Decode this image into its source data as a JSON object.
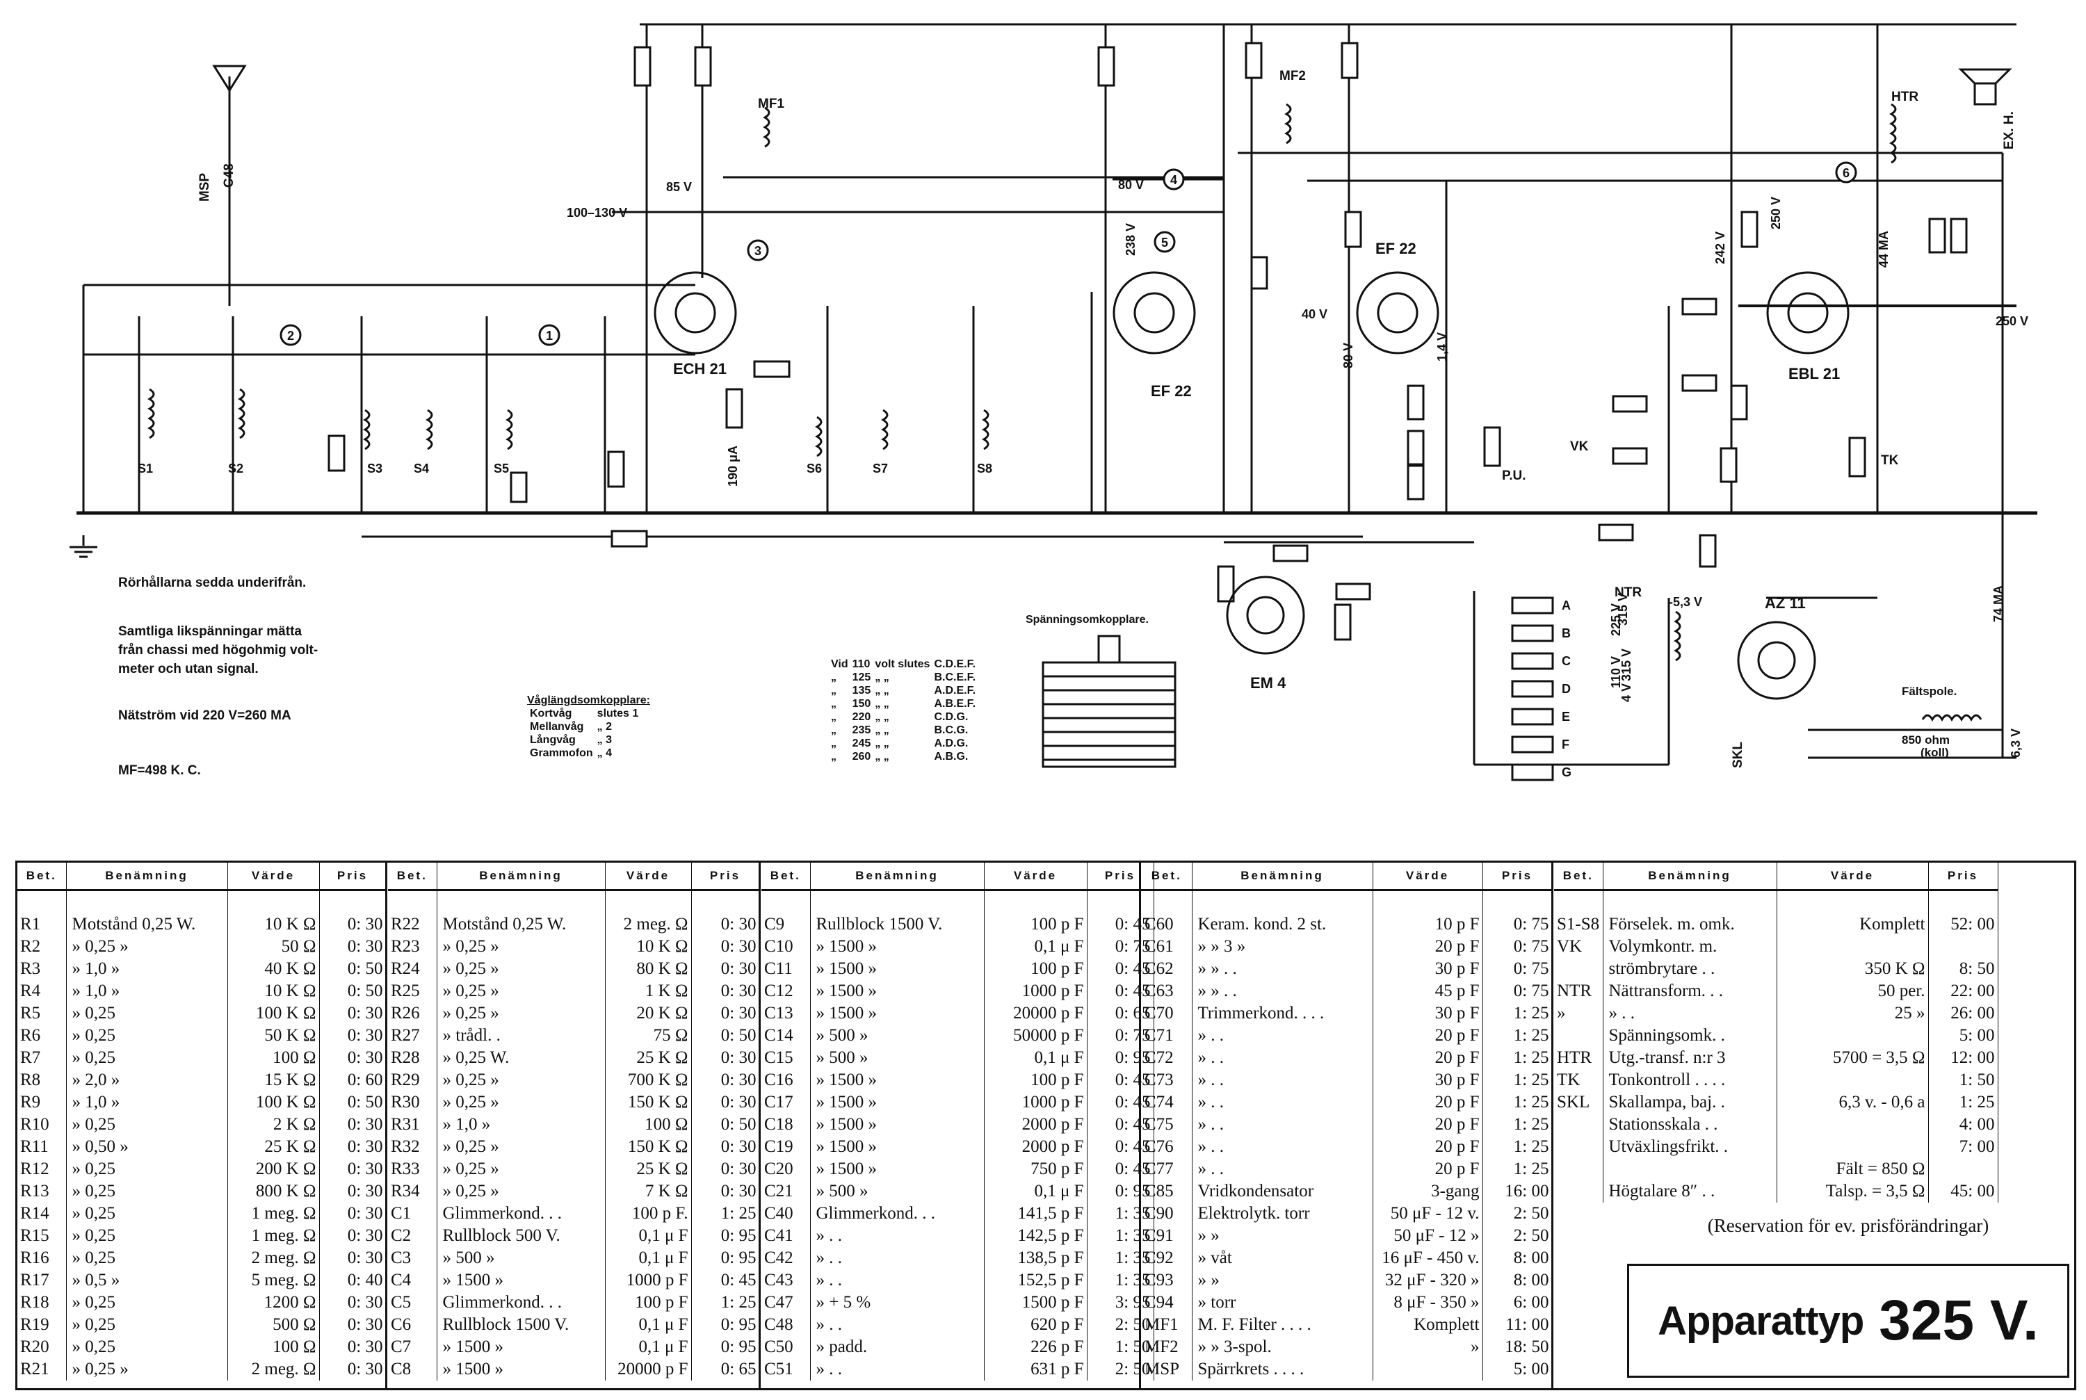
{
  "notes": {
    "tubes_seen": "Rörhållarna sedda underifrån.",
    "voltage_note": "Samtliga likspänningar mätta\nfrån chassi med högohmig volt-\nmeter och utan signal.",
    "mains_current": "Nätström vid 220 V=260 MA",
    "mf": "MF=498 K. C."
  },
  "wave_switch": {
    "title": "Våglängdsomkopplare:",
    "rows": [
      [
        "Kortvåg",
        "slutes 1"
      ],
      [
        "Mellanvåg",
        "„ 2"
      ],
      [
        "Långvåg",
        "„ 3"
      ],
      [
        "Grammofon",
        "„ 4"
      ]
    ]
  },
  "voltage_switch": {
    "title": "Spänningsomkopplare.",
    "rows": [
      [
        "Vid",
        "110",
        "volt slutes",
        "C.D.E.F."
      ],
      [
        "„",
        "125",
        "„   „",
        "B.C.E.F."
      ],
      [
        "„",
        "135",
        "„   „",
        "A.D.E.F."
      ],
      [
        "„",
        "150",
        "„   „",
        "A.B.E.F."
      ],
      [
        "„",
        "220",
        "„   „",
        "C.D.G."
      ],
      [
        "„",
        "235",
        "„   „",
        "B.C.G."
      ],
      [
        "„",
        "245",
        "„   „",
        "A.D.G."
      ],
      [
        "„",
        "260",
        "„   „",
        "A.B.G."
      ]
    ]
  },
  "tubes": [
    "ECH 21",
    "EF 22",
    "EF 22",
    "EBL 21",
    "EM 4",
    "AZ 11"
  ],
  "voltages": [
    "85 V",
    "100–130 V",
    "80 V",
    "238 V",
    "40 V",
    "80 V",
    "1,4 V",
    "242 V",
    "250 V",
    "250 V",
    "44 MA",
    "74 MA",
    "-5,3 V",
    "6,3 V",
    "315 V",
    "315 V",
    "225 V",
    "110 V",
    "4 V",
    "190 μA"
  ],
  "misc_labels": [
    "MSP",
    "C48",
    "MF1",
    "MF2",
    "HTR",
    "NTR",
    "TK",
    "VK",
    "P.U.",
    "SKL",
    "EX. H.",
    "Fältspole.",
    "850 ohm",
    "(koll)"
  ],
  "coil_labels": [
    "S1",
    "S2",
    "S3",
    "S4",
    "S5",
    "S6",
    "S7",
    "S8"
  ],
  "switch_letters": [
    "A",
    "B",
    "C",
    "D",
    "E",
    "F",
    "G"
  ],
  "circled_numbers": [
    "1",
    "2",
    "3",
    "4",
    "5",
    "6"
  ],
  "table_headers": {
    "bet": "Bet.",
    "name": "Benämning",
    "value": "Värde",
    "price": "Pris"
  },
  "parts": [
    [
      [
        "R1",
        "Motstånd 0,25 W.",
        "10 K Ω",
        "0: 30"
      ],
      [
        "R2",
        "»       0,25 »",
        "50 Ω",
        "0: 30"
      ],
      [
        "R3",
        "»       1,0 »",
        "40 K Ω",
        "0: 50"
      ],
      [
        "R4",
        "»       1,0 »",
        "10 K Ω",
        "0: 50"
      ],
      [
        "R5",
        "»       0,25",
        "100 K Ω",
        "0: 30"
      ],
      [
        "R6",
        "»       0,25",
        "50 K Ω",
        "0: 30"
      ],
      [
        "R7",
        "»       0,25",
        "100 Ω",
        "0: 30"
      ],
      [
        "R8",
        "»       2,0 »",
        "15 K Ω",
        "0: 60"
      ],
      [
        "R9",
        "»       1,0 »",
        "100 K Ω",
        "0: 50"
      ],
      [
        "R10",
        "»       0,25",
        "2 K Ω",
        "0: 30"
      ],
      [
        "R11",
        "»       0,50 »",
        "25 K Ω",
        "0: 30"
      ],
      [
        "R12",
        "»       0,25",
        "200 K Ω",
        "0: 30"
      ],
      [
        "R13",
        "»       0,25",
        "800 K Ω",
        "0: 30"
      ],
      [
        "R14",
        "»       0,25",
        "1 meg. Ω",
        "0: 30"
      ],
      [
        "R15",
        "»       0,25",
        "1 meg. Ω",
        "0: 30"
      ],
      [
        "R16",
        "»       0,25",
        "2 meg. Ω",
        "0: 30"
      ],
      [
        "R17",
        "»       0,5 »",
        "5 meg. Ω",
        "0: 40"
      ],
      [
        "R18",
        "»       0,25",
        "1200 Ω",
        "0: 30"
      ],
      [
        "R19",
        "»       0,25",
        "500 Ω",
        "0: 30"
      ],
      [
        "R20",
        "»       0,25",
        "100 Ω",
        "0: 30"
      ],
      [
        "R21",
        "»       0,25 »",
        "2 meg. Ω",
        "0: 30"
      ]
    ],
    [
      [
        "R22",
        "Motstånd 0,25 W.",
        "2 meg. Ω",
        "0: 30"
      ],
      [
        "R23",
        "»       0,25 »",
        "10 K Ω",
        "0: 30"
      ],
      [
        "R24",
        "»       0,25 »",
        "80 K Ω",
        "0: 30"
      ],
      [
        "R25",
        "»       0,25 »",
        "1 K Ω",
        "0: 30"
      ],
      [
        "R26",
        "»       0,25 »",
        "20 K Ω",
        "0: 30"
      ],
      [
        "R27",
        "»       trådl. .",
        "75 Ω",
        "0: 50"
      ],
      [
        "R28",
        "»       0,25 W.",
        "25 K Ω",
        "0: 30"
      ],
      [
        "R29",
        "»       0,25 »",
        "700 K Ω",
        "0: 30"
      ],
      [
        "R30",
        "»       0,25 »",
        "150 K Ω",
        "0: 30"
      ],
      [
        "R31",
        "»       1,0 »",
        "100 Ω",
        "0: 50"
      ],
      [
        "R32",
        "»       0,25 »",
        "150 K Ω",
        "0: 30"
      ],
      [
        "R33",
        "»       0,25 »",
        "25 K Ω",
        "0: 30"
      ],
      [
        "R34",
        "»       0,25 »",
        "7 K Ω",
        "0: 30"
      ],
      [
        "C1",
        "Glimmerkond. . .",
        "100 p F.",
        "1: 25"
      ],
      [
        "C2",
        "Rullblock 500 V.",
        "0,1 μ F",
        "0: 95"
      ],
      [
        "C3",
        "»       500 »",
        "0,1 μ F",
        "0: 95"
      ],
      [
        "C4",
        "»       1500 »",
        "1000 p F",
        "0: 45"
      ],
      [
        "C5",
        "Glimmerkond. . .",
        "100 p F",
        "1: 25"
      ],
      [
        "C6",
        "Rullblock 1500 V.",
        "0,1 μ F",
        "0: 95"
      ],
      [
        "C7",
        "»       1500 »",
        "0,1 μ F",
        "0: 95"
      ],
      [
        "C8",
        "»       1500 »",
        "20000 p F",
        "0: 65"
      ]
    ],
    [
      [
        "C9",
        "Rullblock 1500 V.",
        "100 p F",
        "0: 45"
      ],
      [
        "C10",
        "»       1500 »",
        "0,1 μ F",
        "0: 75"
      ],
      [
        "C11",
        "»       1500 »",
        "100 p F",
        "0: 45"
      ],
      [
        "C12",
        "»       1500 »",
        "1000 p F",
        "0: 45"
      ],
      [
        "C13",
        "»       1500 »",
        "20000 p F",
        "0: 65"
      ],
      [
        "C14",
        "»       500 »",
        "50000 p F",
        "0: 75"
      ],
      [
        "C15",
        "»       500 »",
        "0,1 μ F",
        "0: 95"
      ],
      [
        "C16",
        "»       1500 »",
        "100 p F",
        "0: 45"
      ],
      [
        "C17",
        "»       1500 »",
        "1000 p F",
        "0: 45"
      ],
      [
        "C18",
        "»       1500 »",
        "2000 p F",
        "0: 45"
      ],
      [
        "C19",
        "»       1500 »",
        "2000 p F",
        "0: 45"
      ],
      [
        "C20",
        "»       1500 »",
        "750 p F",
        "0: 45"
      ],
      [
        "C21",
        "»       500 »",
        "0,1 μ F",
        "0: 95"
      ],
      [
        "C40",
        "Glimmerkond. . .",
        "141,5 p F",
        "1: 35"
      ],
      [
        "C41",
        "»       . .",
        "142,5 p F",
        "1: 35"
      ],
      [
        "C42",
        "»       . .",
        "138,5 p F",
        "1: 35"
      ],
      [
        "C43",
        "»       . .",
        "152,5 p F",
        "1: 35"
      ],
      [
        "C47",
        "»       + 5 %",
        "1500 p F",
        "3: 95"
      ],
      [
        "C48",
        "»       . .",
        "620 p F",
        "2: 50"
      ],
      [
        "C50",
        "»       padd.",
        "226 p F",
        "1: 50"
      ],
      [
        "C51",
        "»       . .",
        "631 p F",
        "2: 50"
      ]
    ],
    [
      [
        "C60",
        "Keram. kond. 2 st.",
        "10 p F",
        "0: 75"
      ],
      [
        "C61",
        "»    »    3 »",
        "20 p F",
        "0: 75"
      ],
      [
        "C62",
        "»    » . .",
        "30 p F",
        "0: 75"
      ],
      [
        "C63",
        "»    » . .",
        "45 p F",
        "0: 75"
      ],
      [
        "C70",
        "Trimmerkond. . . .",
        "30 p F",
        "1: 25"
      ],
      [
        "C71",
        "» . .",
        "20 p F",
        "1: 25"
      ],
      [
        "C72",
        "» . .",
        "20 p F",
        "1: 25"
      ],
      [
        "C73",
        "» . .",
        "30 p F",
        "1: 25"
      ],
      [
        "C74",
        "» . .",
        "20 p F",
        "1: 25"
      ],
      [
        "C75",
        "» . .",
        "20 p F",
        "1: 25"
      ],
      [
        "C76",
        "» . .",
        "20 p F",
        "1: 25"
      ],
      [
        "C77",
        "» . .",
        "20 p F",
        "1: 25"
      ],
      [
        "C85",
        "Vridkondensator",
        "3-gang",
        "16: 00"
      ],
      [
        "C90",
        "Elektrolytk. torr",
        "50 μF - 12 v.",
        "2: 50"
      ],
      [
        "C91",
        "»       »",
        "50 μF - 12 »",
        "2: 50"
      ],
      [
        "C92",
        "»       våt",
        "16 μF - 450 v.",
        "8: 00"
      ],
      [
        "C93",
        "»       »",
        "32 μF - 320 »",
        "8: 00"
      ],
      [
        "C94",
        "»       torr",
        "8 μF - 350 »",
        "6: 00"
      ],
      [
        "MF1",
        "M. F. Filter . . . .",
        "Komplett",
        "11: 00"
      ],
      [
        "MF2",
        "»    » 3-spol.",
        "»",
        "18: 50"
      ],
      [
        "MSP",
        "Spärrkrets . . . .",
        "",
        "5: 00"
      ]
    ],
    [
      [
        "S1-S8",
        "Förselek. m. omk.",
        "Komplett",
        "52: 00"
      ],
      [
        "VK",
        "Volymkontr. m.",
        "",
        ""
      ],
      [
        "",
        "strömbrytare . .",
        "350 K Ω",
        "8: 50"
      ],
      [
        "NTR",
        "Nättransform. . .",
        "50 per.",
        "22: 00"
      ],
      [
        "»",
        "»       . .",
        "25 »",
        "26: 00"
      ],
      [
        "",
        "Spänningsomk. .",
        "",
        "5: 00"
      ],
      [
        "HTR",
        "Utg.-transf. n:r 3",
        "5700 = 3,5 Ω",
        "12: 00"
      ],
      [
        "TK",
        "Tonkontroll . . . .",
        "",
        "1: 50"
      ],
      [
        "SKL",
        "Skallampa, baj. .",
        "6,3 v. - 0,6 a",
        "1: 25"
      ],
      [
        "",
        "Stationsskala . .",
        "",
        "4: 00"
      ],
      [
        "",
        "Utväxlingsfrikt. .",
        "",
        "7: 00"
      ],
      [
        "",
        "",
        "Fält = 850 Ω",
        ""
      ],
      [
        "",
        "Högtalare 8″ . .",
        "Talsp. = 3,5 Ω",
        "45: 00"
      ]
    ]
  ],
  "reservation": "(Reservation för ev. prisförändringar)",
  "apparatus_label": "Apparattyp",
  "apparatus_type": "325 V."
}
